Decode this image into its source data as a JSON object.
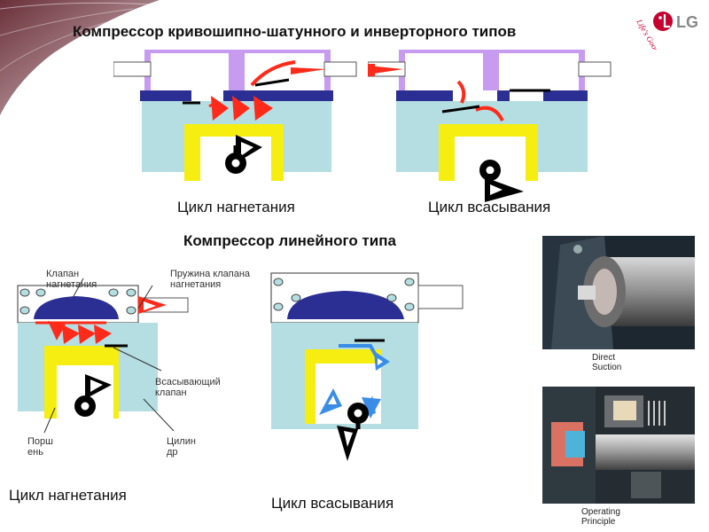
{
  "brand": {
    "name": "LG",
    "slogan": "Life's Good",
    "red": "#c4002f"
  },
  "titles": {
    "top": "Компрессор кривошипно-шатунного и инверторного типов",
    "linear": "Компрессор линейного типа"
  },
  "cycles": {
    "top_left": "Цикл нагнетания",
    "top_right": "Цикл всасывания",
    "bottom_left": "Цикл нагнетания",
    "bottom_right": "Цикл всасывания"
  },
  "labels": {
    "discharge_valve": "Клапан нагнетания",
    "discharge_spring": "Пружина клапана нагнетания",
    "suction_valve": "Всасывающий клапан",
    "piston": "Порш ень",
    "cylinder": "Цилин др"
  },
  "photos": {
    "top_caption": "Direct Suction",
    "bottom_caption": "Operating Principle"
  },
  "colors": {
    "head": "#c79cf0",
    "plate": "#2b2f93",
    "cylinder": "#b4dee2",
    "piston": "#f5ee10",
    "flow": "#ff2a1a",
    "suction_flow": "#3a8de6"
  }
}
